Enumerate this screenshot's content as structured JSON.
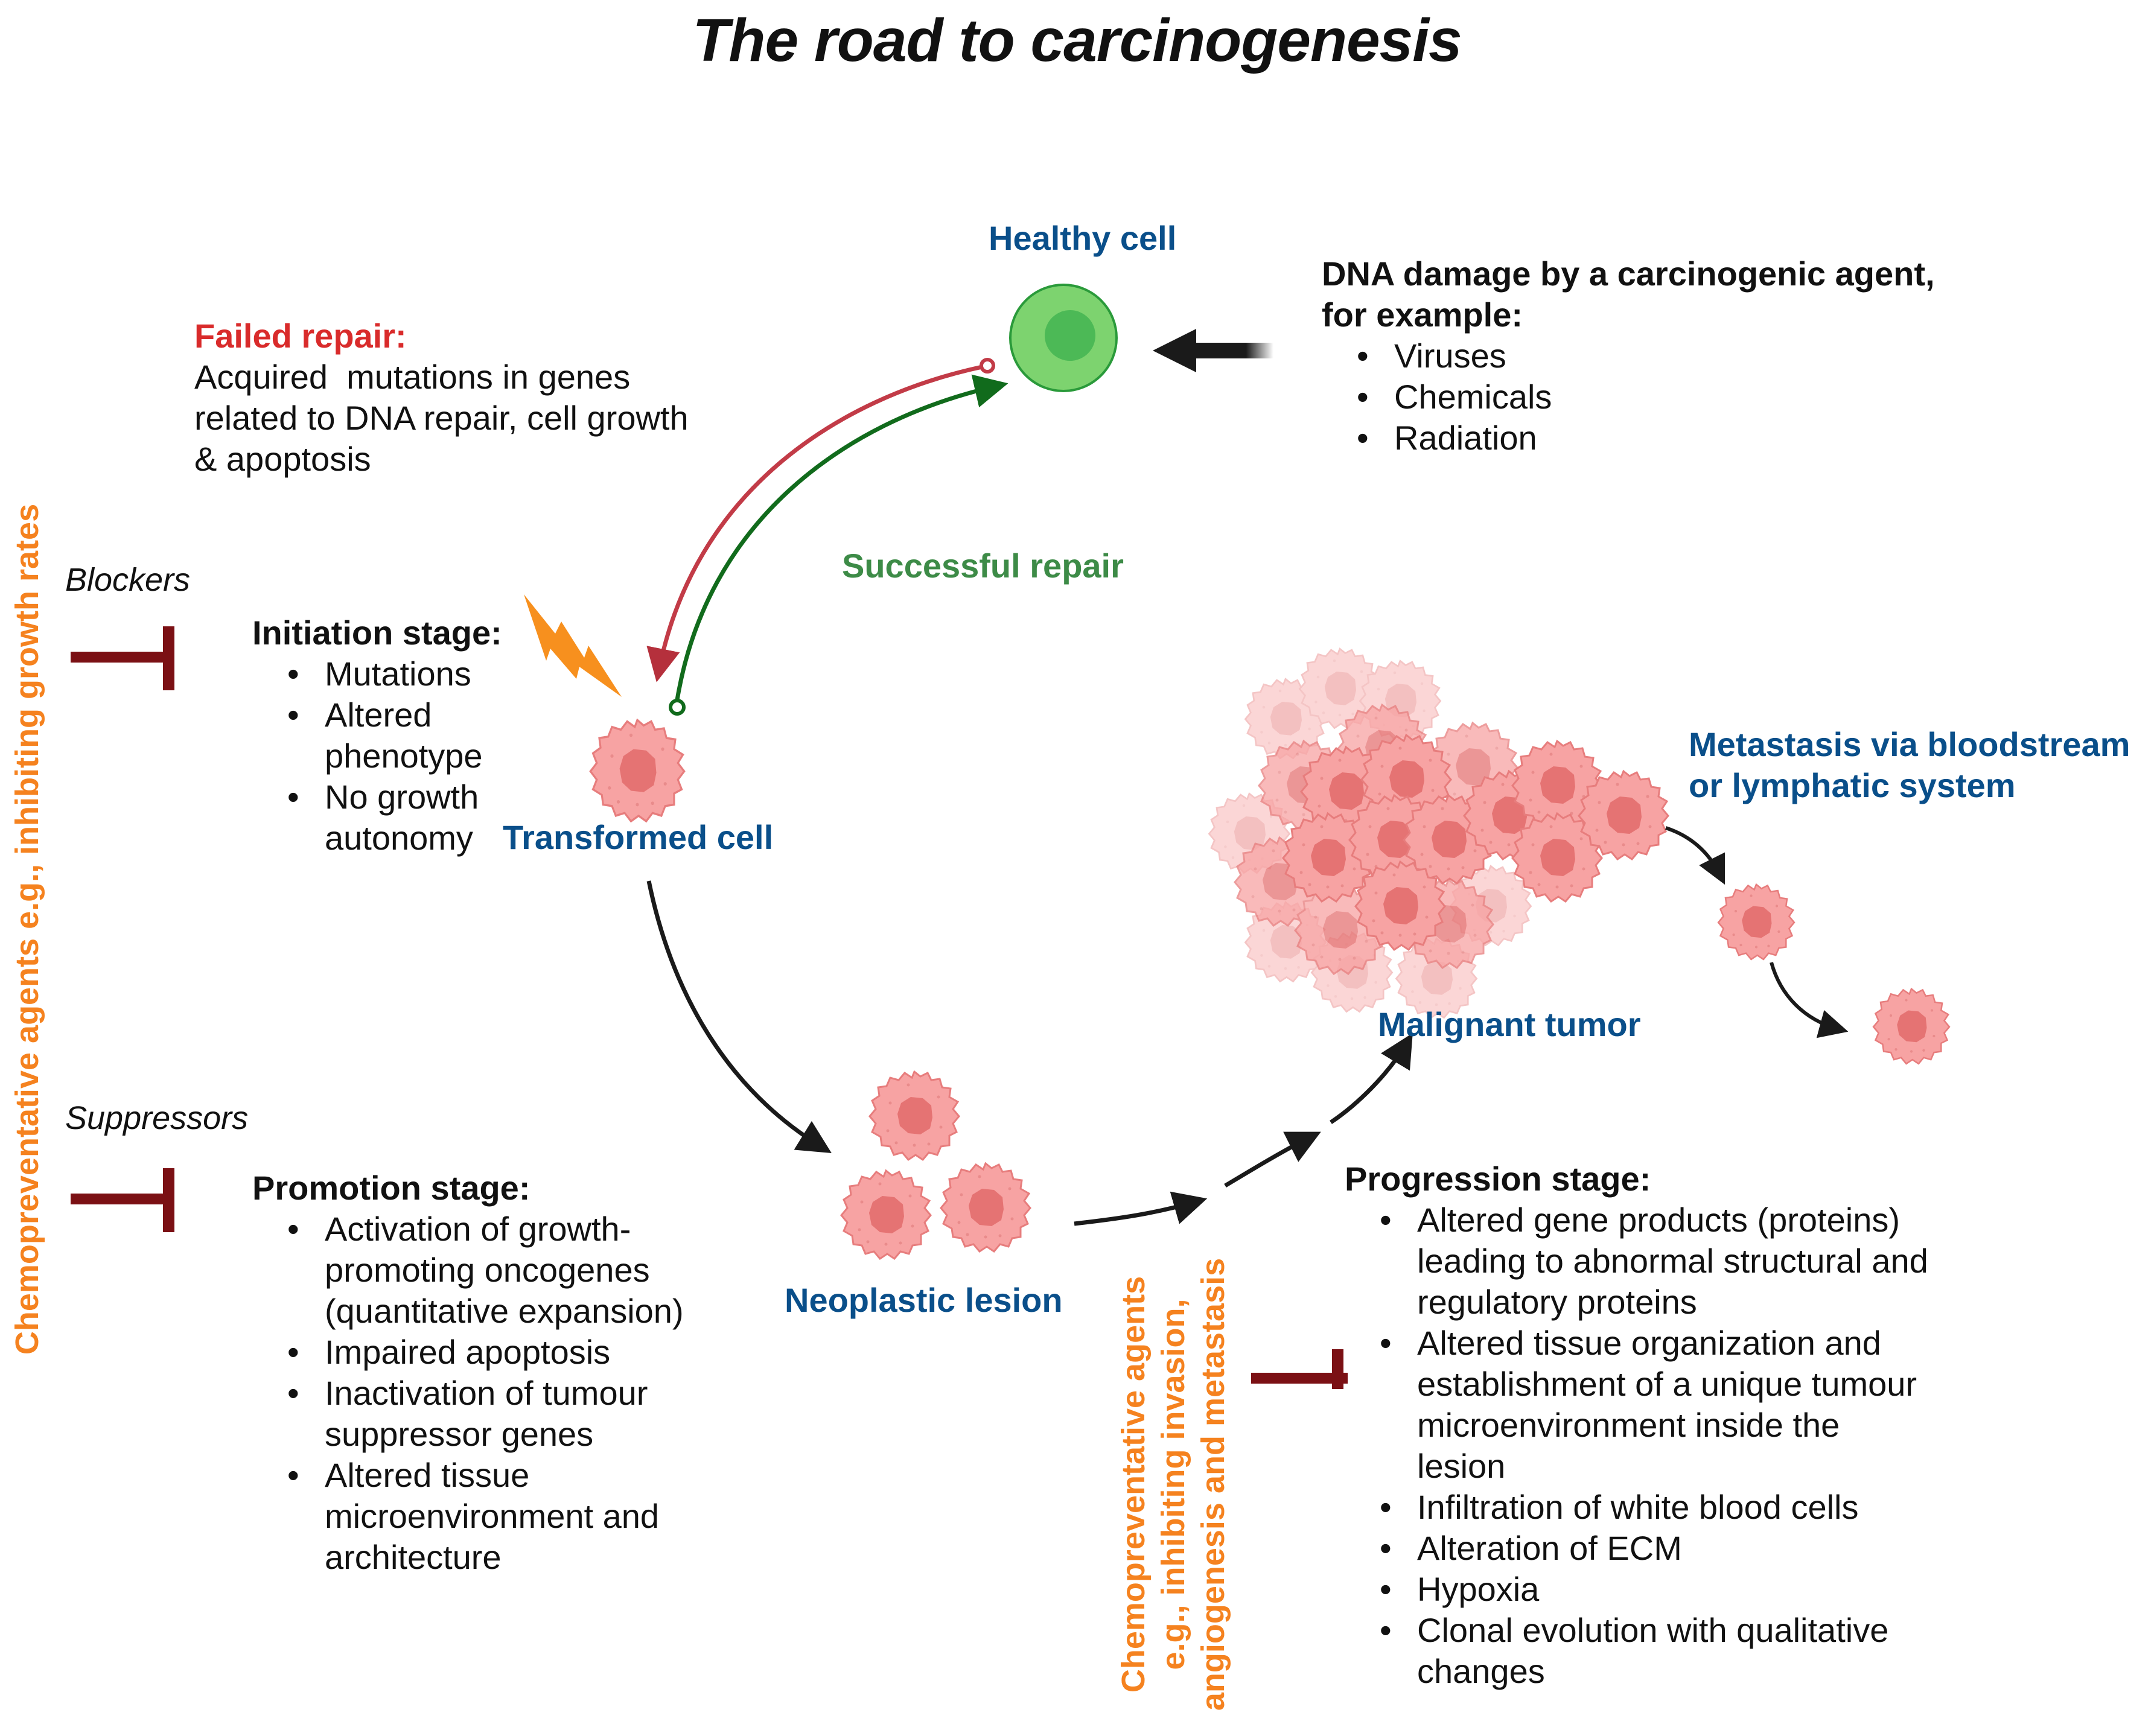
{
  "title": "The road to carcinogenesis",
  "colors": {
    "label_blue": "#0a4f8a",
    "failed_red": "#d92b2b",
    "success_green": "#3d8b47",
    "agent_orange": "#f5821f",
    "inhibitor_maroon": "#7b1014",
    "healthy_cell_green": "#7dd36f",
    "tumor_cell_pink": "#f7a3a3"
  },
  "nodes": {
    "healthy_cell": "Healthy cell",
    "transformed_cell": "Transformed cell",
    "neoplastic_lesion": "Neoplastic lesion",
    "malignant_tumor": "Malignant tumor",
    "metastasis": [
      "Metastasis via bloodstream",
      "or lymphatic system"
    ]
  },
  "dna_damage": {
    "heading": [
      "DNA damage by a carcinogenic agent,",
      "for example:"
    ],
    "items": [
      "Viruses",
      "Chemicals",
      "Radiation"
    ]
  },
  "failed_repair": {
    "heading": "Failed repair:",
    "lines": [
      "Acquired  mutations in genes",
      "related to DNA repair, cell growth",
      "& apoptosis"
    ]
  },
  "successful_repair": "Successful repair",
  "initiation": {
    "heading": "Initiation stage:",
    "items": [
      [
        "Mutations"
      ],
      [
        "Altered",
        "phenotype"
      ],
      [
        "No growth",
        "autonomy"
      ]
    ]
  },
  "promotion": {
    "heading": "Promotion stage:",
    "items": [
      [
        "Activation of growth-",
        "promoting oncogenes",
        "(quantitative expansion)"
      ],
      [
        "Impaired apoptosis"
      ],
      [
        "Inactivation of tumour",
        "suppressor genes"
      ],
      [
        "Altered tissue",
        "microenvironment and",
        "architecture"
      ]
    ]
  },
  "progression": {
    "heading": "Progression stage:",
    "items": [
      [
        "Altered gene products (proteins)",
        "leading to abnormal structural and",
        "regulatory proteins"
      ],
      [
        "Altered tissue organization and",
        "establishment of a unique tumour",
        "microenvironment inside the",
        "lesion"
      ],
      [
        "Infiltration of white blood cells"
      ],
      [
        "Alteration of ECM"
      ],
      [
        "Hypoxia"
      ],
      [
        "Clonal evolution with qualitative",
        "changes"
      ]
    ]
  },
  "agents": {
    "blockers": "Blockers",
    "suppressors": "Suppressors",
    "left_vertical": "Chemopreventative agents e.g., inhibiting growth rates",
    "bottom_vertical": [
      "Chemopreventative agents",
      "e.g., inhibiting invasion,",
      "angiogenesis and metastasis"
    ]
  }
}
